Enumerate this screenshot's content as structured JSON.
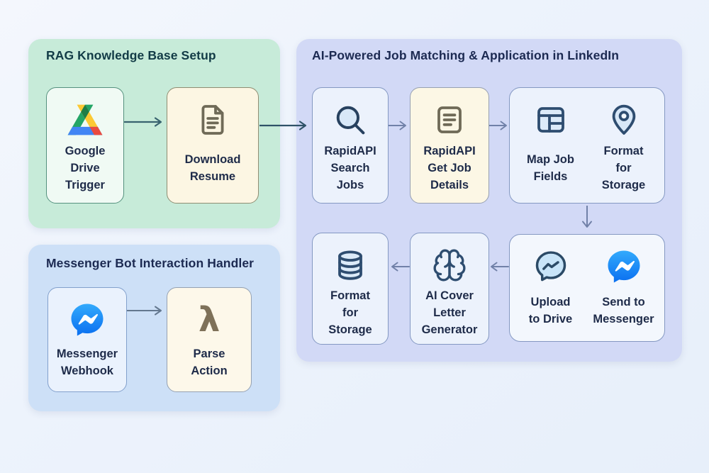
{
  "groups": [
    {
      "id": "rag",
      "title": "RAG Knowledge Base Setup",
      "bg": "#c7ebd9",
      "title_color": "#123b46"
    },
    {
      "id": "job_matching",
      "title": "AI-Powered Job Matching & Application in LinkedIn",
      "bg": "#d2d9f6",
      "title_color": "#1c2a52"
    },
    {
      "id": "messenger_bot",
      "title": "Messenger Bot Interaction Handler",
      "bg": "#cde0f7",
      "title_color": "#1c2a52"
    }
  ],
  "nodes": {
    "drive_trigger": {
      "label": "Google\nDrive\nTrigger",
      "icon": "google-drive-icon"
    },
    "download_resume": {
      "label": "Download\nResume",
      "icon": "document-icon"
    },
    "search_jobs": {
      "label": "RapidAPI\nSearch\nJobs",
      "icon": "search-icon"
    },
    "get_job_details": {
      "label": "RapidAPI\nGet Job\nDetails",
      "icon": "document-lines-icon"
    },
    "map_job_fields": {
      "label": "Map Job\nFields",
      "icon": "layout-table-icon"
    },
    "format_storage_pin": {
      "label": "Format\nfor\nStorage",
      "icon": "map-pin-icon"
    },
    "format_storage_db": {
      "label": "Format\nfor\nStorage",
      "icon": "database-icon"
    },
    "ai_cover_letter": {
      "label": "AI Cover\nLetter\nGenerator",
      "icon": "brain-icon"
    },
    "upload_to_drive": {
      "label": "Upload\nto Drive",
      "icon": "messenger-outline-icon"
    },
    "send_to_messenger": {
      "label": "Send to\nMessenger",
      "icon": "messenger-solid-icon"
    },
    "messenger_webhook": {
      "label": "Messenger\nWebhook",
      "icon": "messenger-solid-icon"
    },
    "parse_action": {
      "label": "Parse\nAction",
      "icon": "lambda-icon"
    }
  },
  "edges": [
    {
      "from": "drive_trigger",
      "to": "download_resume"
    },
    {
      "from": "download_resume",
      "to": "search_jobs"
    },
    {
      "from": "search_jobs",
      "to": "get_job_details"
    },
    {
      "from": "get_job_details",
      "to": "map_job_fields_format_storage"
    },
    {
      "from": "map_job_fields_format_storage",
      "to": "upload_drive_send_messenger"
    },
    {
      "from": "upload_drive_send_messenger",
      "to": "ai_cover_letter"
    },
    {
      "from": "ai_cover_letter",
      "to": "format_storage_db"
    },
    {
      "from": "messenger_webhook",
      "to": "parse_action"
    }
  ],
  "colors": {
    "page_bg": "#ecf3fb",
    "group_rag_bg": "#c7ebd9",
    "group_job_bg": "#d2d9f6",
    "group_msg_bg": "#cde0f7",
    "node_mint_bg": "#f0faf4",
    "node_cream_bg": "#fcf6e3",
    "node_blue_bg": "#ecf2fc",
    "label_text": "#1e2b49",
    "arrow_dark": "#335a6d",
    "arrow_slate": "#7181a8",
    "drive_green": "#23a566",
    "drive_dark_green": "#1e7d46",
    "drive_yellow": "#fcc934",
    "drive_blue": "#4285f4",
    "drive_red": "#ea4335",
    "messenger_blue": "#1e88f7",
    "icon_navy": "#2e4d70",
    "icon_olive": "#6f6a57",
    "lambda_brown": "#7e7159"
  }
}
